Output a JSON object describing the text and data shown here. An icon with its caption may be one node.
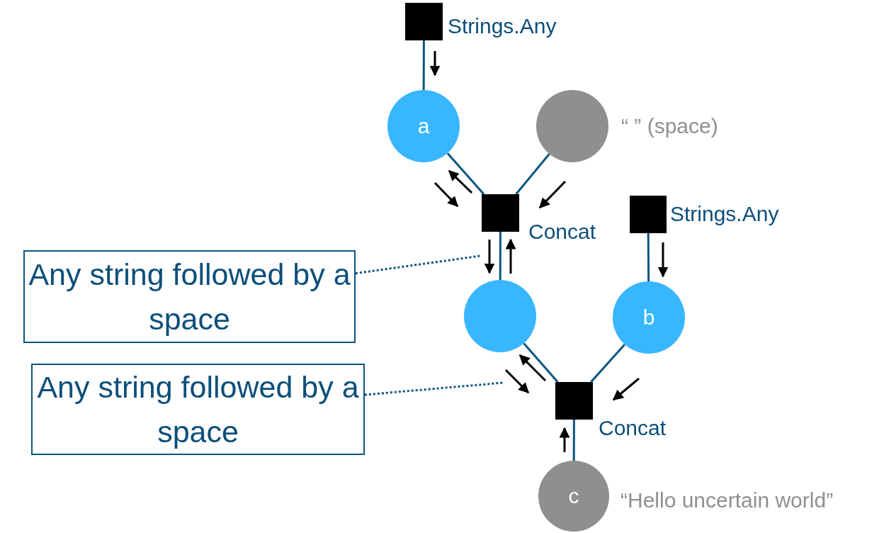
{
  "diagram": {
    "nodes": [
      {
        "text": [],
        "shape": "box",
        "beside": [
          "Strings.Any"
        ]
      },
      {
        "text": [
          "a"
        ]
      },
      {
        "text": [],
        "shape": "circle",
        "beside": [
          "“ ” (space)"
        ]
      },
      {
        "text": [],
        "shape": "box",
        "beside": [
          "Concat"
        ]
      },
      {
        "text": [],
        "shape": "box",
        "beside": [
          "Strings.Any"
        ]
      },
      {
        "text": [],
        "shape": "circle"
      },
      {
        "text": [
          "b"
        ]
      },
      {
        "text": [],
        "shape": "box",
        "beside": [
          "Concat"
        ]
      },
      {
        "text": [
          "c"
        ],
        "beside": [
          "“Hello uncertain world”"
        ]
      },
      {
        "text": [
          "Any string followed by a space"
        ]
      },
      {
        "text": [
          "Any string followed by a space"
        ]
      }
    ],
    "edges": [
      {
        "from": 0,
        "to": 1,
        "arrow": "none"
      },
      {
        "from": 1,
        "to": 3,
        "arrow": "none"
      },
      {
        "from": 2,
        "to": 3,
        "arrow": "none"
      },
      {
        "from": 3,
        "to": 5,
        "arrow": "none"
      },
      {
        "from": 4,
        "to": 6,
        "arrow": "none"
      },
      {
        "from": 5,
        "to": 7,
        "arrow": "none"
      },
      {
        "from": 6,
        "to": 7,
        "arrow": "none"
      },
      {
        "from": 7,
        "to": 8,
        "arrow": "none"
      },
      {
        "from": 9,
        "to": null,
        "arrow": "none",
        "style": "dashed"
      },
      {
        "from": 10,
        "to": null,
        "arrow": "none",
        "style": "dashed"
      }
    ]
  }
}
